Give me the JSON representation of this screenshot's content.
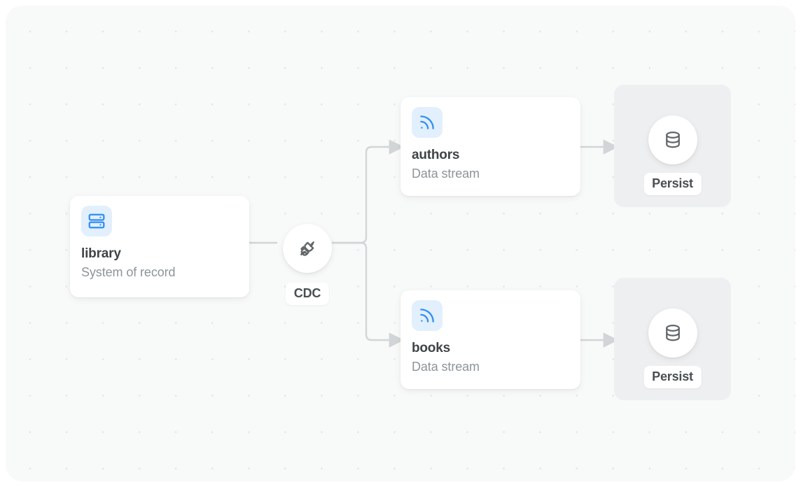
{
  "diagram": {
    "type": "flow",
    "background": "#f8f9f9",
    "accent": "#2f8ef4",
    "icon_tile_bg": "#e2effc",
    "group_bg": "#eeeff0",
    "edge_color": "#d2d5d7",
    "title_color": "#3f4447",
    "subtitle_color": "#8d9499",
    "grid": {
      "visible": true,
      "dot_spacing": 52,
      "dot_color": "#e3e4e5"
    }
  },
  "nodes": {
    "library": {
      "title": "library",
      "subtitle": "System of record",
      "icon": "server-icon"
    },
    "cdc": {
      "label": "CDC",
      "icon": "unplug-icon"
    },
    "authors": {
      "title": "authors",
      "subtitle": "Data stream",
      "icon": "rss-stream-icon"
    },
    "books": {
      "title": "books",
      "subtitle": "Data stream",
      "icon": "rss-stream-icon"
    },
    "persist_authors": {
      "label": "Persist",
      "icon": "database-icon"
    },
    "persist_books": {
      "label": "Persist",
      "icon": "database-icon"
    }
  },
  "edges": [
    {
      "from": "library",
      "to": "cdc",
      "arrow": false
    },
    {
      "from": "cdc",
      "to": "authors",
      "arrow": true
    },
    {
      "from": "cdc",
      "to": "books",
      "arrow": true
    },
    {
      "from": "authors",
      "to": "persist_authors",
      "arrow": true
    },
    {
      "from": "books",
      "to": "persist_books",
      "arrow": true
    }
  ]
}
